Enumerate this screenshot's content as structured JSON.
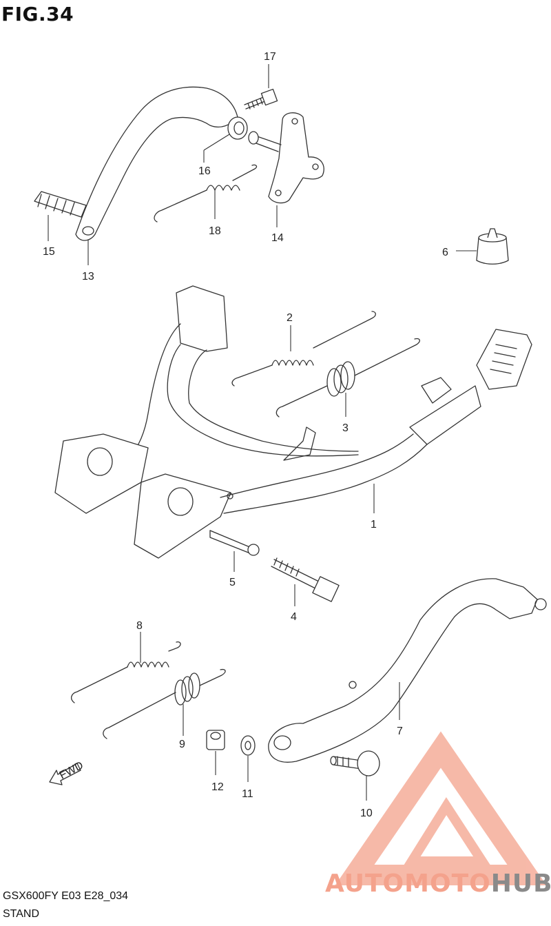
{
  "figure": {
    "title": "FIG.34"
  },
  "footer": {
    "model_code": "GSX600FY E03 E28_034",
    "section": "STAND"
  },
  "fwd_label": "FWD",
  "watermark": {
    "text_accent": "AUTOMOTO",
    "text_gray": "HUB",
    "accent_color": "#f4a28c",
    "gray_color": "#8a8a8a"
  },
  "callouts": [
    {
      "id": "p1",
      "label": "1"
    },
    {
      "id": "p2",
      "label": "2"
    },
    {
      "id": "p3",
      "label": "3"
    },
    {
      "id": "p4",
      "label": "4"
    },
    {
      "id": "p5",
      "label": "5"
    },
    {
      "id": "p6",
      "label": "6"
    },
    {
      "id": "p7",
      "label": "7"
    },
    {
      "id": "p8",
      "label": "8"
    },
    {
      "id": "p9",
      "label": "9"
    },
    {
      "id": "p10",
      "label": "10"
    },
    {
      "id": "p11",
      "label": "11"
    },
    {
      "id": "p12",
      "label": "12"
    },
    {
      "id": "p13",
      "label": "13"
    },
    {
      "id": "p14",
      "label": "14"
    },
    {
      "id": "p15",
      "label": "15"
    },
    {
      "id": "p16",
      "label": "16"
    },
    {
      "id": "p17",
      "label": "17"
    },
    {
      "id": "p18",
      "label": "18"
    }
  ]
}
